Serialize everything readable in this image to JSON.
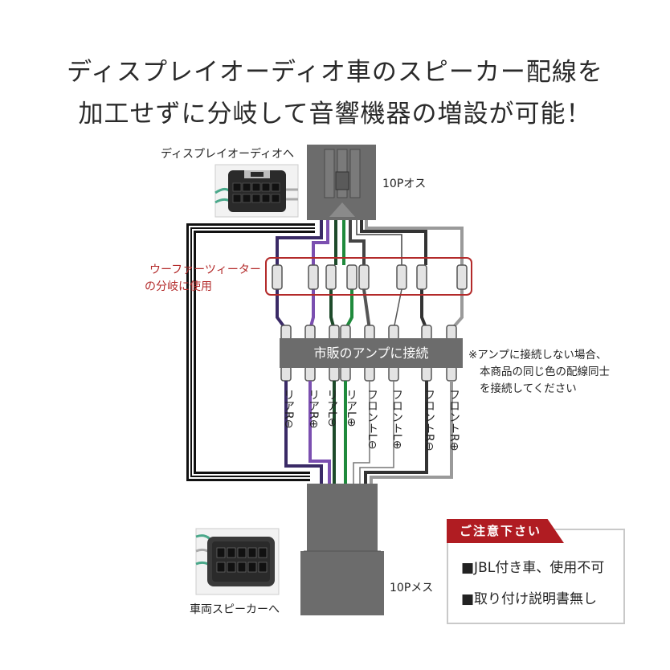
{
  "headline": {
    "line1": "ディスプレイオーディオ車のスピーカー配線を",
    "line2": "加工せずに分岐して音響機器の増設が可能！"
  },
  "labels": {
    "to_display_audio": "ディスプレイオーディオへ",
    "male_connector": "10Pオス",
    "female_connector": "10Pメス",
    "to_vehicle_speaker": "車両スピーカーへ",
    "tweeter_line1": "ウーファーツィーター",
    "tweeter_line2": "の分岐に使用",
    "amp": "市販のアンプに接続"
  },
  "note": [
    "※アンプに接続しない場合、",
    "本商品の同じ色の配線同士",
    "を接続してください"
  ],
  "wires": [
    {
      "label": "リアR⊖",
      "color": "#3a2a66"
    },
    {
      "label": "リアR⊕",
      "color": "#7b4fb0"
    },
    {
      "label": "リアL⊖",
      "color": "#1d4a2a"
    },
    {
      "label": "リアL⊕",
      "color": "#1f8a3c"
    },
    {
      "label": "フロントL⊖",
      "color": "#cfcfcf"
    },
    {
      "label": "フロントL⊕",
      "color": "#ffffff"
    },
    {
      "label": "フロントR⊖",
      "color": "#3a3a3a"
    },
    {
      "label": "フロントR⊕",
      "color": "#9a9a9a"
    }
  ],
  "caution": {
    "title": "ご注意下さい",
    "items": [
      "■JBL付き車、使用不可",
      "■取り付け説明書無し"
    ]
  },
  "colors": {
    "accent_red": "#b01c22",
    "connector_gray": "#6c6c6c",
    "tweeter_frame": "#b32a2a"
  }
}
